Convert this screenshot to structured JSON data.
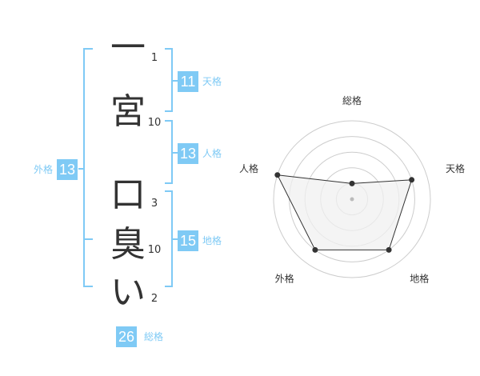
{
  "name": {
    "chars": [
      "一",
      "宮",
      "口",
      "臭",
      "い"
    ],
    "strokes": [
      "1",
      "10",
      "3",
      "10",
      "2"
    ]
  },
  "kaku": {
    "tenkaku": {
      "value": "11",
      "label": "天格"
    },
    "jinkaku": {
      "value": "13",
      "label": "人格"
    },
    "chikaku": {
      "value": "15",
      "label": "地格"
    },
    "gaikaku": {
      "value": "13",
      "label": "外格"
    },
    "soukaku": {
      "value": "26",
      "label": "総格"
    }
  },
  "colors": {
    "accent": "#7fcaf5",
    "text": "#333333",
    "grid": "#cccccc",
    "fill": "#f0f0f0",
    "point": "#333333"
  },
  "chart_data": {
    "type": "radar",
    "axes": [
      "総格",
      "天格",
      "地格",
      "外格",
      "人格"
    ],
    "values": [
      1,
      4,
      4,
      4,
      5
    ],
    "rmax": 5,
    "grid_rings": 5
  }
}
